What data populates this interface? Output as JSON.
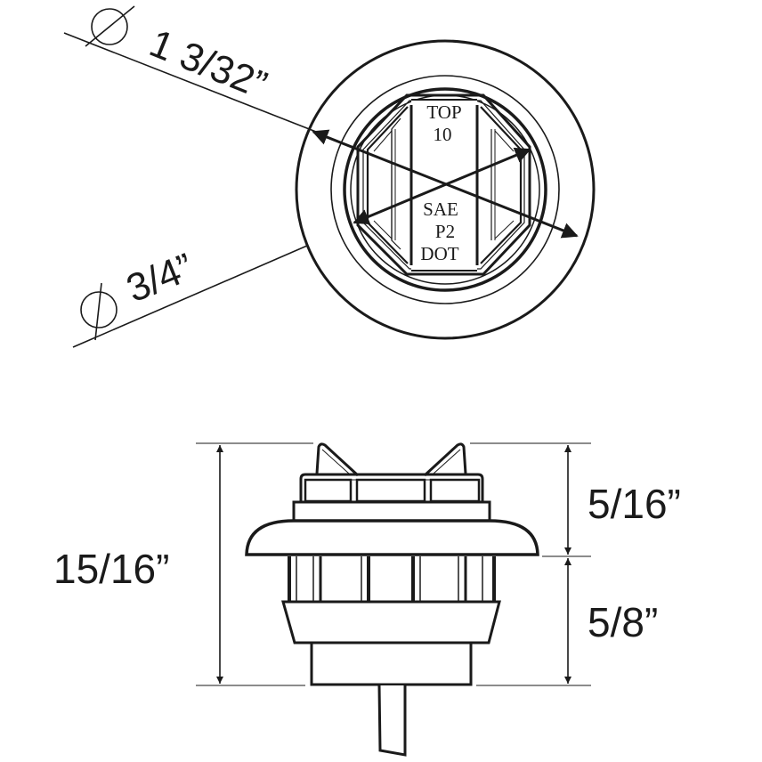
{
  "top_view": {
    "outer_diameter": {
      "symbol": "diameter-symbol",
      "label": "1 3/32”"
    },
    "inner_diameter": {
      "symbol": "diameter-symbol",
      "label": "3/4”"
    },
    "lens_markings": {
      "line1": "TOP",
      "line2": "10",
      "line3": "SAE",
      "line4": "P2",
      "line5": "DOT"
    }
  },
  "side_view": {
    "overall_height": {
      "label": "15/16”"
    },
    "upper_height": {
      "label": "5/16”"
    },
    "lower_height": {
      "label": "5/8”"
    }
  },
  "colors": {
    "line": "#1a1a1a",
    "background": "#ffffff"
  }
}
